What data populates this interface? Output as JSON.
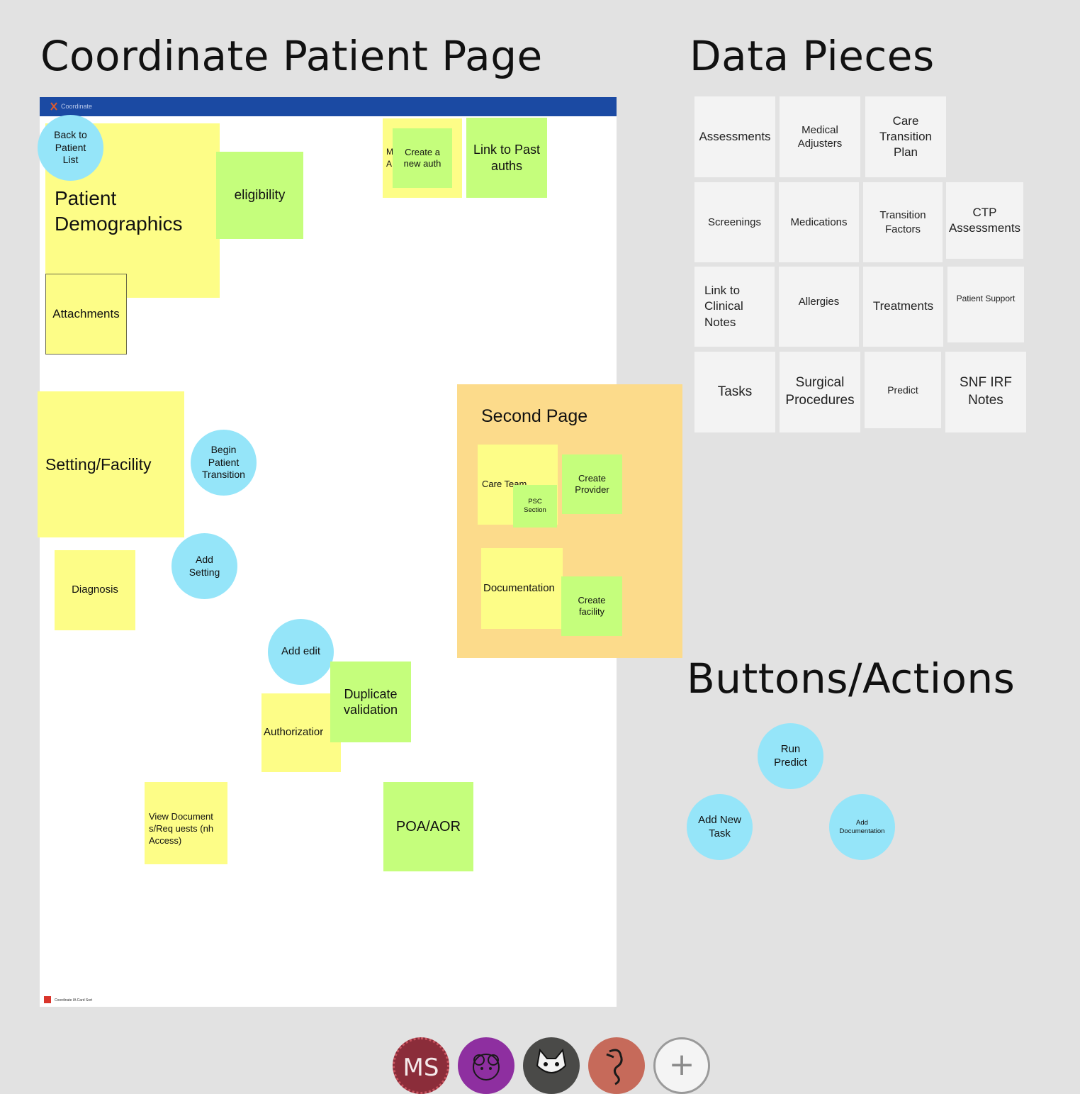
{
  "headings": {
    "main": "Coordinate Patient Page",
    "data": "Data Pieces",
    "buttons": "Buttons/Actions"
  },
  "board": {
    "logo": "Coordinate",
    "footer": "Coordinate IA Card Sort"
  },
  "patient_page": {
    "patient_demographics": "Patient Demographics",
    "back_to_list": "Back to Patient List",
    "eligibility": "eligibility",
    "hidden_sticky_fragment": "M A",
    "create_new_auth": "Create a new auth",
    "link_past_auths": "Link to Past auths",
    "attachments": "Attachments",
    "setting_facility": "Setting/Facility",
    "begin_transition": "Begin Patient Transition",
    "add_setting": "Add Setting",
    "diagnosis": "Diagnosis",
    "add_edit": "Add edit",
    "duplicate_validation": "Duplicate validation",
    "authorization": "Authorizatior",
    "view_documents": "View Documents/Req uests (nh Access)",
    "poa_aor": "POA/AOR"
  },
  "second_page": {
    "title": "Second Page",
    "care_team": "Care Team",
    "psc_section": "PSC Section",
    "create_provider": "Create Provider",
    "documentation": "Documentation",
    "create_facility": "Create facility"
  },
  "data_pieces": {
    "assessments": "Assessments",
    "medical_adjusters": "Medical Adjusters",
    "care_transition_plan": "Care Transition Plan",
    "screenings": "Screenings",
    "medications": "Medications",
    "transition_factors": "Transition Factors",
    "ctp_assessments": "CTP Assessments",
    "link_clinical_notes": "Link to Clinical Notes",
    "allergies": "Allergies",
    "treatments": "Treatments",
    "patient_support": "Patient Support",
    "tasks": "Tasks",
    "surgical_procedures": "Surgical Procedures",
    "predict": "Predict",
    "snf_irf_notes": "SNF IRF Notes"
  },
  "actions": {
    "run_predict": "Run Predict",
    "add_new_task": "Add New Task",
    "add_documentation": "Add Documentation"
  },
  "collaborators": {
    "first_initials": "MS",
    "add_symbol": "+"
  },
  "colors": {
    "sticky_yellow": "#fdfd87",
    "sticky_green": "#c5fe7c",
    "sticky_orange": "#fcdb8b",
    "bubble_blue": "#95e5f9",
    "topbar_blue": "#1b4aa3",
    "canvas_gray": "#e2e2e2"
  }
}
